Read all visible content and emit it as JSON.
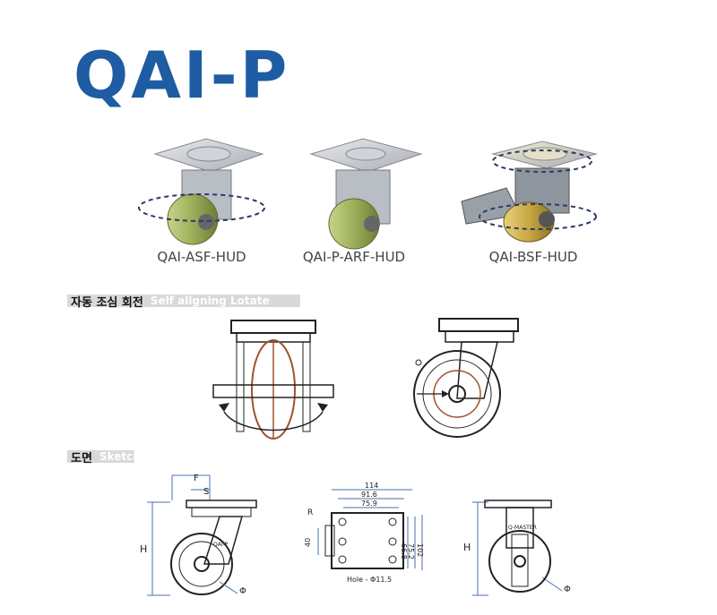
{
  "title": "QAI-P",
  "products": [
    {
      "model": "QAI-ASF-HUD"
    },
    {
      "model": "QAI-P-ARF-HUD"
    },
    {
      "model": "QAI-BSF-HUD"
    }
  ],
  "sections": {
    "rotation": {
      "ko": "자동 조심 회전",
      "en": "Self aligning Lotate"
    },
    "sketch": {
      "ko": "도면",
      "en": "Sketch"
    }
  },
  "sketch": {
    "side_view": {
      "F": "F",
      "S": "S",
      "H": "H",
      "phi": "Φ",
      "label": "QAI-P"
    },
    "top_view": {
      "R": "R",
      "w1": "114",
      "w2": "91.6",
      "w3": "75.9",
      "d40": "40",
      "d66": "66.8",
      "d75": "75.2",
      "d102": "102",
      "hole": "Hole - Φ11.5"
    },
    "front_view": {
      "H": "H",
      "phi": "Φ",
      "label": "Q-MASTER"
    }
  },
  "colors": {
    "title": "#1e5ca3",
    "dim_line": "#4a6fb5",
    "wheel_green": "#9cae5a",
    "section_bar": "#d9d9d9"
  }
}
